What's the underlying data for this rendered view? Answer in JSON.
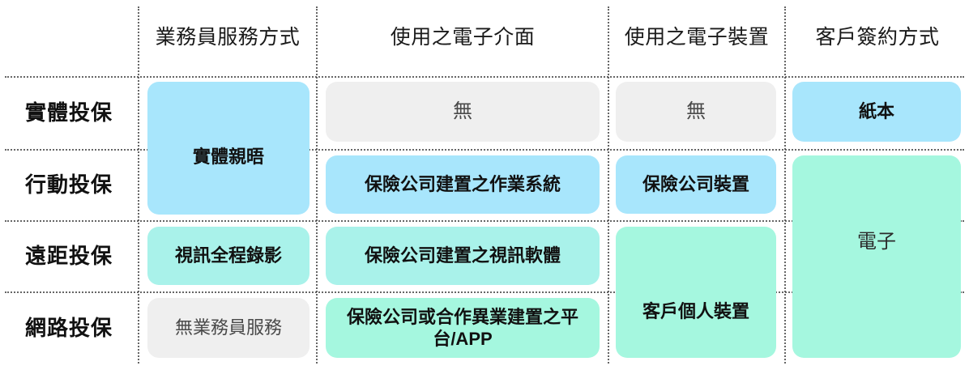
{
  "table": {
    "corner_label": "",
    "column_headers": [
      "業務員服務方式",
      "使用之電子介面",
      "使用之電子裝置",
      "客戶簽約方式"
    ],
    "row_headers": [
      "實體投保",
      "行動投保",
      "遠距投保",
      "網路投保"
    ],
    "cells": {
      "agent_service_physical_merged": "實體親晤",
      "agent_service_remote": "視訊全程錄影",
      "agent_service_online": "無業務員服務",
      "interface_physical": "無",
      "interface_mobile": "保險公司建置之作業系統",
      "interface_remote": "保險公司建置之視訊軟體",
      "interface_online": "保險公司或合作異業建置之平台/APP",
      "device_physical": "無",
      "device_mobile": "保險公司裝置",
      "device_customer_merged": "客戶個人裝置",
      "sign_paper": "紙本",
      "sign_electronic": "電子"
    }
  },
  "colors": {
    "blue": "#A8E6FC",
    "teal": "#A9F2EA",
    "green": "#A5F7DF",
    "gray": "#EFEFEF",
    "rule": "#4C4C4C",
    "background": "#FFFFFF",
    "text": "#111111",
    "muted_text": "#4A4A4A"
  }
}
